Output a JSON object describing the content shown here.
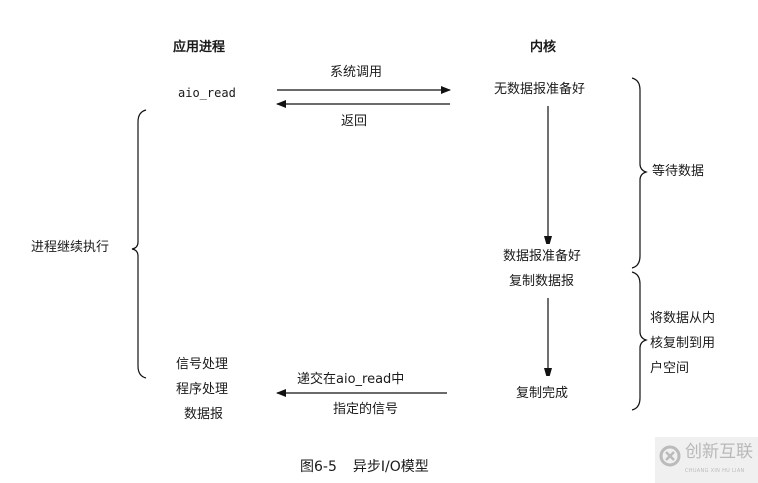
{
  "headers": {
    "app": "应用进程",
    "kernel": "内核"
  },
  "app_side": {
    "call": "aio_read",
    "continue": "进程继续执行",
    "handler_lines": [
      "信号处理",
      "程序处理",
      "数据报"
    ]
  },
  "arrows": {
    "syscall": "系统调用",
    "return": "返回",
    "signal_top": "递交在aio_read中",
    "signal_bottom": "指定的信号"
  },
  "kernel_side": {
    "no_data": "无数据报准备好",
    "ready": "数据报准备好",
    "copy": "复制数据报",
    "done": "复制完成"
  },
  "phases": {
    "wait": "等待数据",
    "copy_lines": [
      "将数据从内",
      "核复制到用",
      "户空间"
    ]
  },
  "caption": {
    "figure": "图6-5",
    "title": "异步I/O模型"
  },
  "watermark": {
    "name": "创新互联",
    "sub": "CHUANG XIN HU LIAN"
  }
}
